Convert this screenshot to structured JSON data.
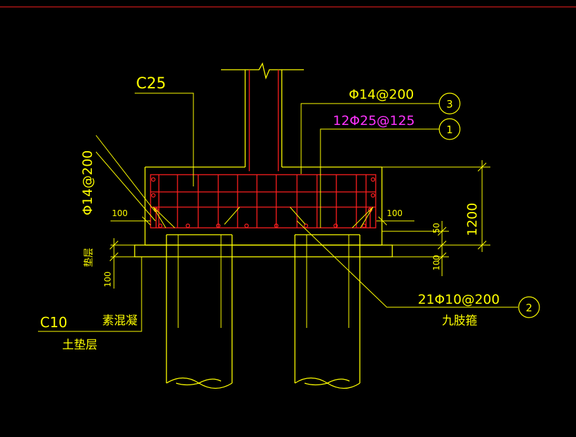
{
  "colors": {
    "background": "#000000",
    "outline": "#ffff00",
    "rebar": "#ff2020",
    "label": "#ffff00",
    "magenta": "#ff33ff",
    "white": "#ffffff",
    "topline": "#ff2020"
  },
  "labels": {
    "concrete_grade": "C25",
    "top_rebar": "Φ14@200",
    "bottom_rebar": "12Φ25@125",
    "side_rebar": "Φ14@200",
    "stirrup": "21Φ10@200",
    "stirrup_type": "九肢箍",
    "cushion_grade": "C10",
    "cushion_material": "素混凝",
    "cushion_layer": "土垫层",
    "dim_cover_left": "100",
    "dim_cover_right": "100",
    "dim_height": "1200",
    "dim_50": "50",
    "dim_100_right": "100",
    "dim_100_left": "100",
    "left_vertical_note": "垫层"
  },
  "callouts": {
    "one": "1",
    "two": "2",
    "three": "3"
  }
}
